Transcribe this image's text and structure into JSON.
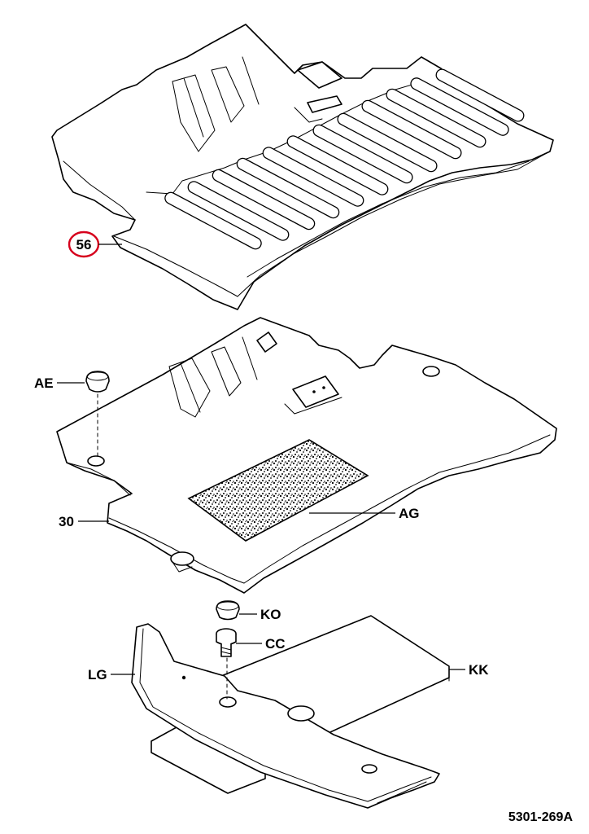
{
  "callouts": {
    "c56": {
      "text": "56",
      "highlight": "#d6001c"
    },
    "cAE": {
      "text": "AE"
    },
    "c30": {
      "text": "30"
    },
    "cAG": {
      "text": "AG"
    },
    "cKO": {
      "text": "KO"
    },
    "cCC": {
      "text": "CC"
    },
    "cLG": {
      "text": "LG"
    },
    "cKK": {
      "text": "KK"
    }
  },
  "reference_code": "5301-269A",
  "colors": {
    "line": "#000000",
    "highlight": "#d6001c",
    "background": "#ffffff"
  }
}
